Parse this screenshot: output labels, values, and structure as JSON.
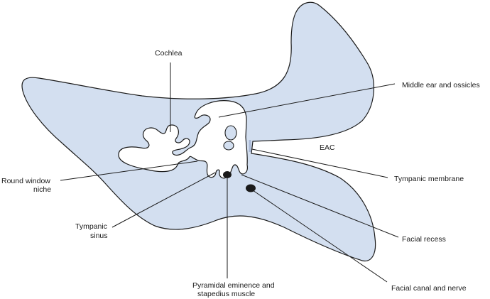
{
  "colors": {
    "bone": "#d3dff0",
    "outline": "#1a1a1a",
    "cavity": "#ffffff",
    "membrane": "#a9b8d6",
    "text": "#1a1a1a"
  },
  "labels": {
    "cochlea": "Cochlea",
    "middle_ear": "Middle ear and ossicles",
    "eac": "EAC",
    "tympanic_membrane": "Tympanic membrane",
    "round_window_line1": "Round window",
    "round_window_line2": "niche",
    "tympanic_sinus_line1": "Tympanic",
    "tympanic_sinus_line2": "sinus",
    "facial_recess": "Facial recess",
    "pyramidal_line1": "Pyramidal eminence and",
    "pyramidal_line2": "stapedius muscle",
    "facial_canal": "Facial canal and nerve"
  }
}
